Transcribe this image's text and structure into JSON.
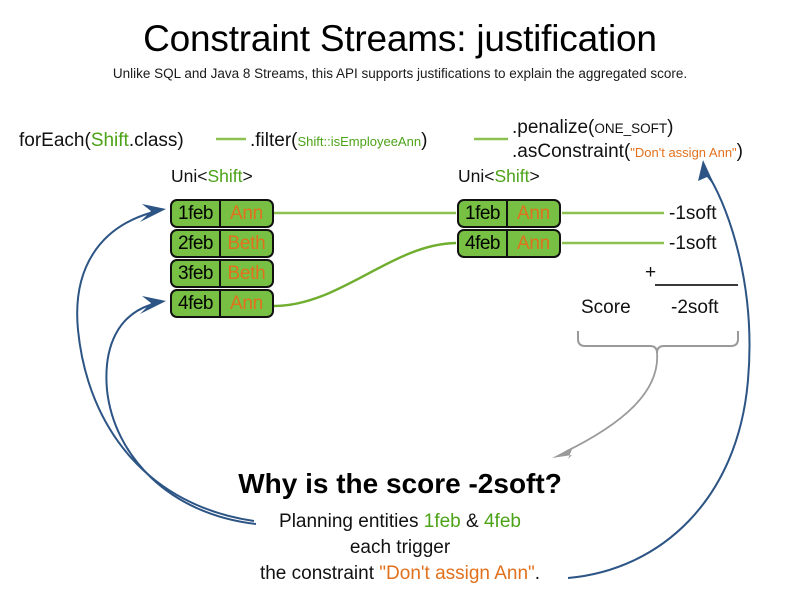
{
  "slide": {
    "title": "Constraint Streams: justification",
    "subtitle": "Unlike SQL and Java 8 Streams, this API supports justifications to explain the aggregated score."
  },
  "pipeline": {
    "foreach": {
      "call": "forEach(",
      "type": "Shift",
      "tail": ".class)"
    },
    "filter": {
      "call": ".filter(",
      "method_ref": "Shift::isEmployeeAnn",
      "tail": ")"
    },
    "penalize": {
      "call": ".penalize(",
      "arg": "ONE_SOFT",
      "tail": ")"
    },
    "as_constraint": {
      "call": ".asConstraint(",
      "arg": "\"Don't assign Ann\"",
      "tail": ")"
    }
  },
  "streams": {
    "left": {
      "label_prefix": "Uni<",
      "label_type": "Shift",
      "label_suffix": ">",
      "cards": [
        {
          "date": "1feb",
          "name": "Ann"
        },
        {
          "date": "2feb",
          "name": "Beth"
        },
        {
          "date": "3feb",
          "name": "Beth"
        },
        {
          "date": "4feb",
          "name": "Ann"
        }
      ]
    },
    "right": {
      "label_prefix": "Uni<",
      "label_type": "Shift",
      "label_suffix": ">",
      "cards": [
        {
          "date": "1feb",
          "name": "Ann",
          "penalty": "-1soft"
        },
        {
          "date": "4feb",
          "name": "Ann",
          "penalty": "-1soft"
        }
      ]
    }
  },
  "sum": {
    "operator": "+",
    "label": "Score",
    "total": "-2soft"
  },
  "explanation": {
    "heading": "Why is the score -2soft?",
    "line1_prefix": "Planning entities ",
    "line1_entity_a": "1feb",
    "line1_amp": " & ",
    "line1_entity_b": "4feb",
    "line2": "each trigger",
    "line3_prefix": "the constraint ",
    "line3_constraint": "\"Don't assign Ann\"",
    "line3_suffix": "."
  },
  "colors": {
    "green_text": "#4ca318",
    "orange_text": "#e2711d",
    "card_fill": "#77c043",
    "card_border": "#111111",
    "wire_green": "#8cc152",
    "arrow_blue": "#2c5484",
    "brace_gray": "#9a9a9a",
    "background": "#ffffff"
  }
}
